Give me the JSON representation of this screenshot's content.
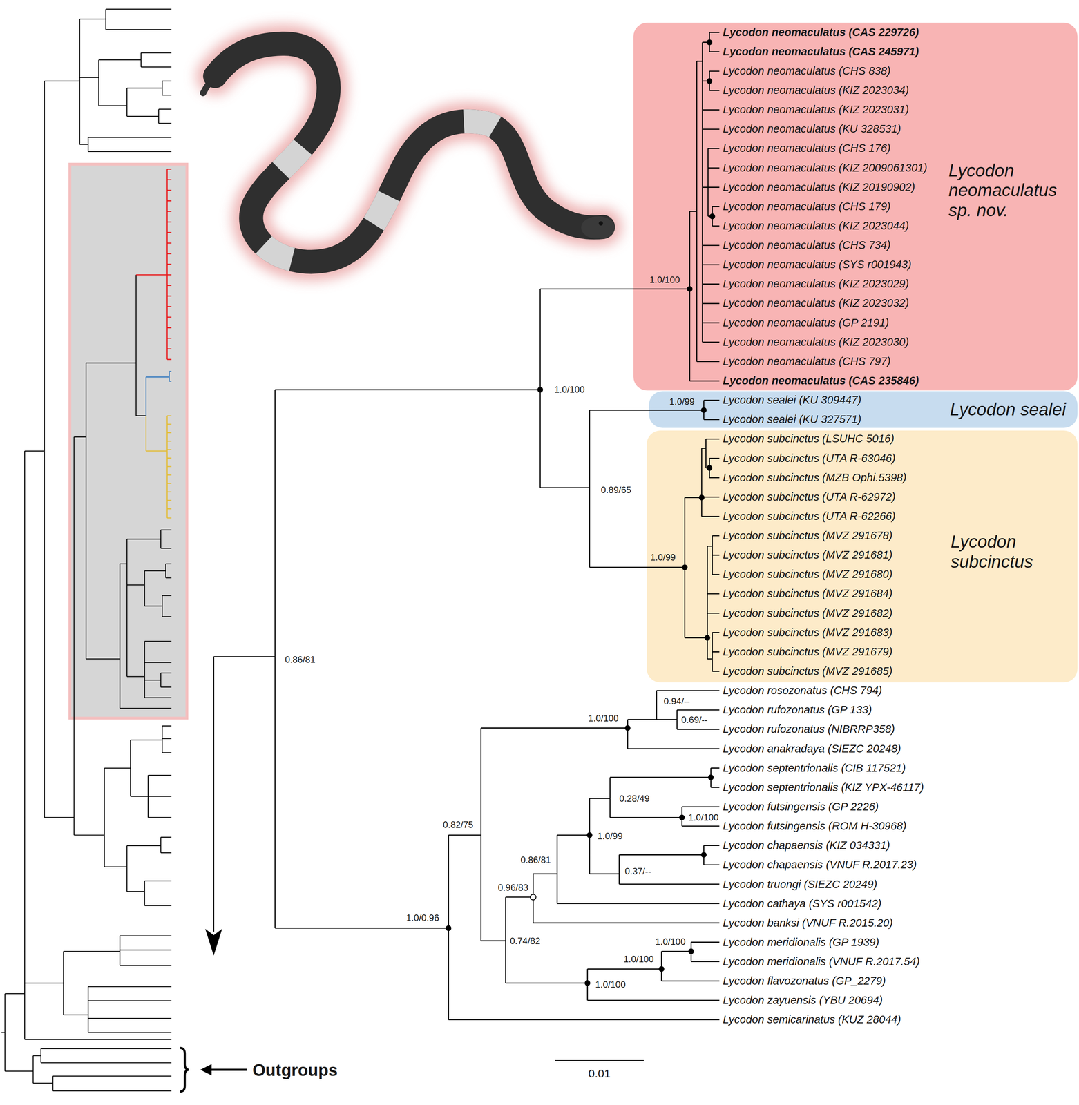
{
  "diagram": {
    "nodes": [
      {
        "text": [
          "Lycodon neomaculatus (CAS 229726)",
          "Lycodon neomaculatus (CAS 245971)",
          "Lycodon neomaculatus (CHS 838)",
          "Lycodon neomaculatus (KIZ 2023034)",
          "Lycodon neomaculatus (KIZ 2023031)",
          "Lycodon neomaculatus (KU 328531)",
          "Lycodon neomaculatus (CHS 176)",
          "Lycodon neomaculatus (KIZ 2009061301)",
          "Lycodon neomaculatus (KIZ 20190902)",
          "Lycodon neomaculatus (CHS 179)",
          "Lycodon neomaculatus (KIZ 2023044)",
          "Lycodon neomaculatus (CHS 734)",
          "Lycodon neomaculatus (SYS r001943)",
          "Lycodon neomaculatus (KIZ 2023029)",
          "Lycodon neomaculatus (KIZ 2023032)",
          "Lycodon neomaculatus (GP 2191)",
          "Lycodon neomaculatus (KIZ 2023030)",
          "Lycodon neomaculatus (CHS 797)",
          "Lycodon neomaculatus (CAS 235846)",
          "1.0/100",
          "Lycodon neomaculatus sp. nov."
        ]
      },
      {
        "text": [
          "Lycodon sealei (KU 309447)",
          "Lycodon sealei (KU 327571)",
          "1.0/99",
          "Lycodon sealei"
        ]
      },
      {
        "text": [
          "Lycodon subcinctus (LSUHC 5016)",
          "Lycodon subcinctus (UTA R-63046)",
          "Lycodon subcinctus (MZB Ophi.5398)",
          "Lycodon subcinctus (UTA R-62972)",
          "Lycodon subcinctus (UTA R-62266)",
          "Lycodon subcinctus (MVZ 291678)",
          "Lycodon subcinctus (MVZ 291681)",
          "Lycodon subcinctus (MVZ 291680)",
          "Lycodon subcinctus (MVZ 291684)",
          "Lycodon subcinctus (MVZ 291682)",
          "Lycodon subcinctus (MVZ 291683)",
          "Lycodon subcinctus (MVZ 291679)",
          "Lycodon subcinctus (MVZ 291685)",
          "1.0/99",
          "Lycodon subcinctus"
        ]
      }
    ],
    "labels": [
      "1.0/100",
      "0.86/81",
      "0.89/65",
      "Lycodon rosozonatus (CHS 794)",
      "Lycodon rufozonatus (GP 133)",
      "Lycodon rufozonatus (NIBRRP358)",
      "Lycodon anakradaya (SIEZC 20248)",
      "Lycodon septentrionalis (CIB 117521)",
      "Lycodon septentrionalis (KIZ YPX-46117)",
      "Lycodon futsingensis (GP 2226)",
      "Lycodon futsingensis (ROM H-30968)",
      "Lycodon chapaensis (KIZ 034331)",
      "Lycodon chapaensis (VNUF R.2017.23)",
      "Lycodon truongi (SIEZC 20249)",
      "Lycodon cathaya (SYS r001542)",
      "Lycodon banksi (VNUF R.2015.20)",
      "Lycodon meridionalis (GP 1939)",
      "Lycodon meridionalis (VNUF R.2017.54)",
      "Lycodon flavozonatus (GP_2279)",
      "Lycodon zayuensis (YBU 20694)",
      "Lycodon semicarinatus (KUZ 28044)",
      "0.94/--",
      "0.69/--",
      "1.0/100",
      "0.28/49",
      "1.0/100",
      "0.82/75",
      "1.0/99",
      "0.86/81",
      "0.37/--",
      "0.96/83",
      "1.0/0.96",
      "0.74/82",
      "1.0/100",
      "1.0/100",
      "1.0/100",
      "Outgroups",
      "0.01"
    ]
  }
}
